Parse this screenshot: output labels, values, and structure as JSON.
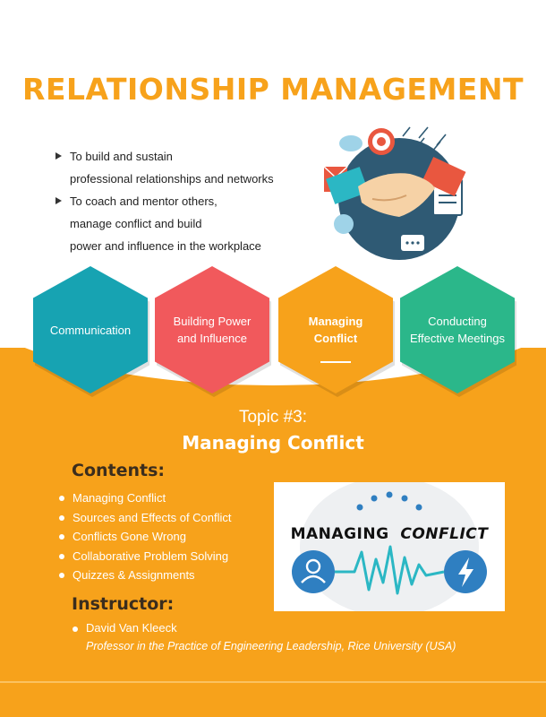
{
  "title": "RELATIONSHIP MANAGEMENT",
  "bullets": [
    {
      "line1": "To build and sustain",
      "line2": "professional relationships and networks",
      "line3": ""
    },
    {
      "line1": "To coach and mentor others,",
      "line2": "manage conflict and build",
      "line3": "power and influence in the workplace"
    }
  ],
  "topics": [
    {
      "line1": "Communication",
      "line2": ""
    },
    {
      "line1": "Building Power",
      "line2": "and Influence"
    },
    {
      "line1": "Managing",
      "line2": "Conflict"
    },
    {
      "line1": "Conducting",
      "line2": "Effective Meetings"
    }
  ],
  "topic_number": "Topic #3:",
  "topic_name": "Managing Conflict",
  "contents_heading": "Contents:",
  "contents": [
    "Managing Conflict",
    "Sources and Effects of Conflict",
    "Conflicts Gone Wrong",
    "Collaborative Problem Solving",
    "Quizzes & Assignments"
  ],
  "instructor_heading": "Instructor:",
  "instructor_name": "David Van Kleeck",
  "instructor_role": "Professor in the Practice of Engineering Leadership, Rice University (USA)",
  "image_word1": "MANAGING",
  "image_word2": "CONFLICT",
  "colors": {
    "accent_orange": "#f7a21b",
    "teal": "#17a3b2",
    "coral": "#f1595c",
    "green": "#2bb78a",
    "dark_blue": "#2f5a74"
  },
  "icons": [
    "handshake-icon",
    "target-icon",
    "document-icon",
    "clipboard-icon",
    "chat-icon",
    "globe-icon",
    "person-icon",
    "lightning-icon",
    "pulse-line-icon"
  ]
}
